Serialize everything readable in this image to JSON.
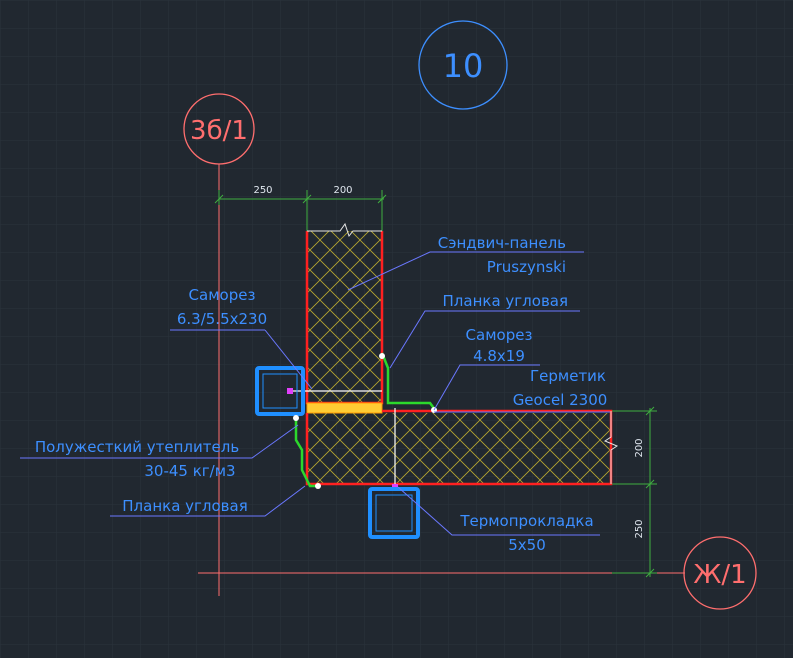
{
  "detail_number": "10",
  "grid_refs": {
    "vertical": "3б/1",
    "horizontal": "Ж/1"
  },
  "dimensions": {
    "top_left": "250",
    "top_right": "200",
    "right_upper": "200",
    "right_lower": "250"
  },
  "labels": {
    "sandwich_panel": [
      "Сэндвич-панель",
      "Pruszynski"
    ],
    "corner_strip_top": "Планка угловая",
    "screw_left": [
      "Саморез",
      "6.3/5.5х230"
    ],
    "screw_right": [
      "Саморез",
      "4.8х19"
    ],
    "sealant": [
      "Герметик",
      "Geocel 2300"
    ],
    "insulation": [
      "Полужесткий утеплитель",
      "30-45 кг/м3"
    ],
    "corner_strip_bottom": "Планка угловая",
    "thermal_pad": [
      "Термопрокладка",
      "5х50"
    ]
  },
  "colors": {
    "background": "#212830",
    "panel_outline": "#ff2020",
    "hatch": "#b8a830",
    "strip": "#2cd82c",
    "column": "#1f8fff",
    "leader": "#6a78ff",
    "text": "#3d8fff",
    "grid_ref": "#ff6e6e",
    "dim_line": "#3fae3f",
    "insulation_fill": "#ffcc33"
  }
}
